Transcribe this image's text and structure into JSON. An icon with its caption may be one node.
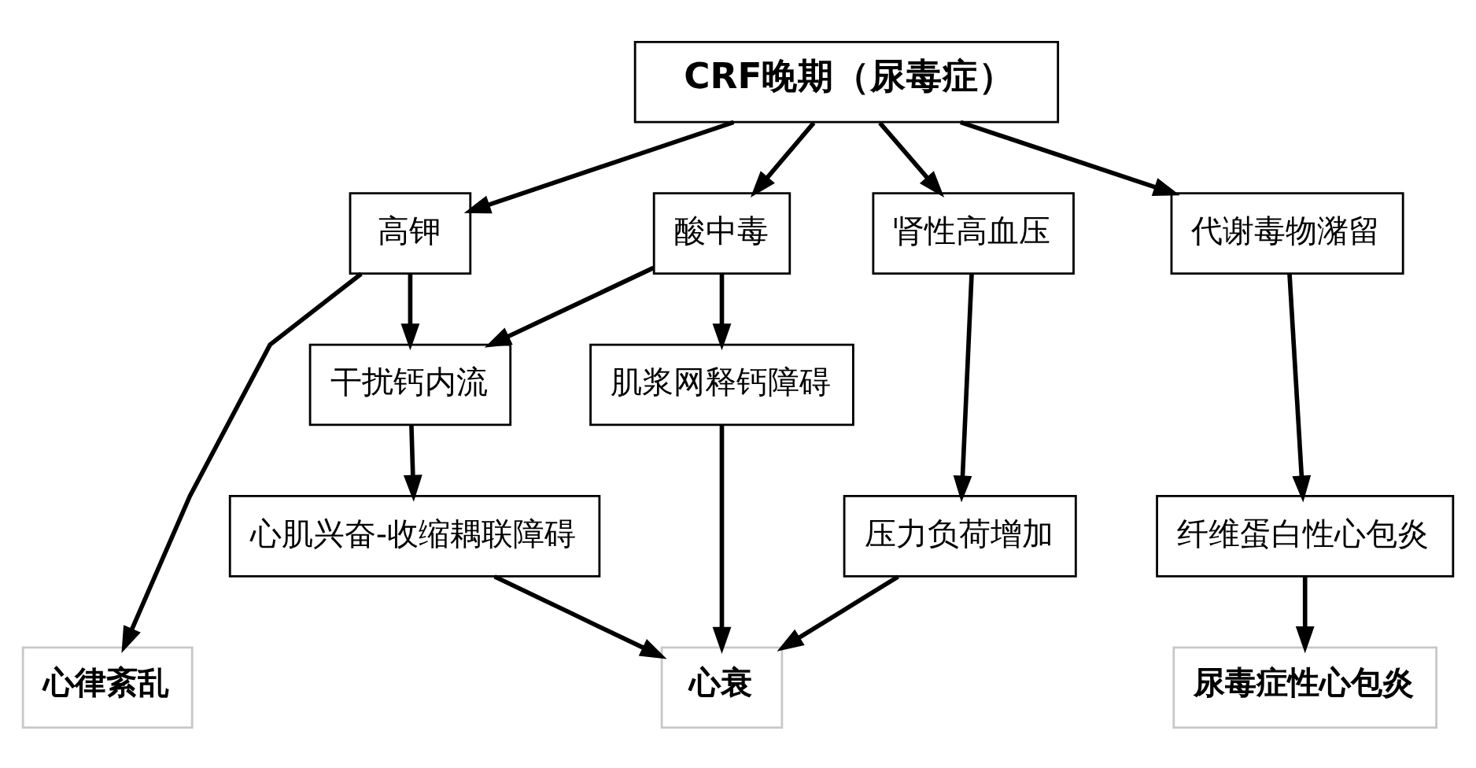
{
  "diagram": {
    "nodes": [
      {
        "text": [
          "CRF晚期（尿毒症）"
        ]
      },
      {
        "text": [
          "高钾"
        ]
      },
      {
        "text": [
          "酸中毒"
        ]
      },
      {
        "text": [
          "肾性高血压"
        ]
      },
      {
        "text": [
          "代谢毒物潴留"
        ]
      },
      {
        "text": [
          "干扰钙内流"
        ]
      },
      {
        "text": [
          "肌浆网释钙障碍"
        ]
      },
      {
        "text": [
          "压力负荷增加"
        ]
      },
      {
        "text": [
          "纤维蛋白性心包炎"
        ]
      },
      {
        "text": [
          "心肌兴奋-收缩耦联障碍"
        ]
      },
      {
        "text": [
          "心律紊乱"
        ]
      },
      {
        "text": [
          "心衰"
        ]
      },
      {
        "text": [
          "尿毒症性心包炎"
        ]
      }
    ],
    "edges": [
      {
        "from": 0,
        "to": 1,
        "arrow": "to"
      },
      {
        "from": 0,
        "to": 2,
        "arrow": "to"
      },
      {
        "from": 0,
        "to": 3,
        "arrow": "to"
      },
      {
        "from": 0,
        "to": 4,
        "arrow": "to"
      },
      {
        "from": 1,
        "to": 5,
        "arrow": "to"
      },
      {
        "from": 1,
        "to": 10,
        "arrow": "to"
      },
      {
        "from": 2,
        "to": 5,
        "arrow": "to"
      },
      {
        "from": 2,
        "to": 6,
        "arrow": "to"
      },
      {
        "from": 3,
        "to": 7,
        "arrow": "to"
      },
      {
        "from": 4,
        "to": 8,
        "arrow": "to"
      },
      {
        "from": 5,
        "to": 9,
        "arrow": "to"
      },
      {
        "from": 9,
        "to": 11,
        "arrow": "to"
      },
      {
        "from": 6,
        "to": 11,
        "arrow": "to"
      },
      {
        "from": 7,
        "to": 11,
        "arrow": "to"
      },
      {
        "from": 8,
        "to": 12,
        "arrow": "to"
      }
    ]
  }
}
